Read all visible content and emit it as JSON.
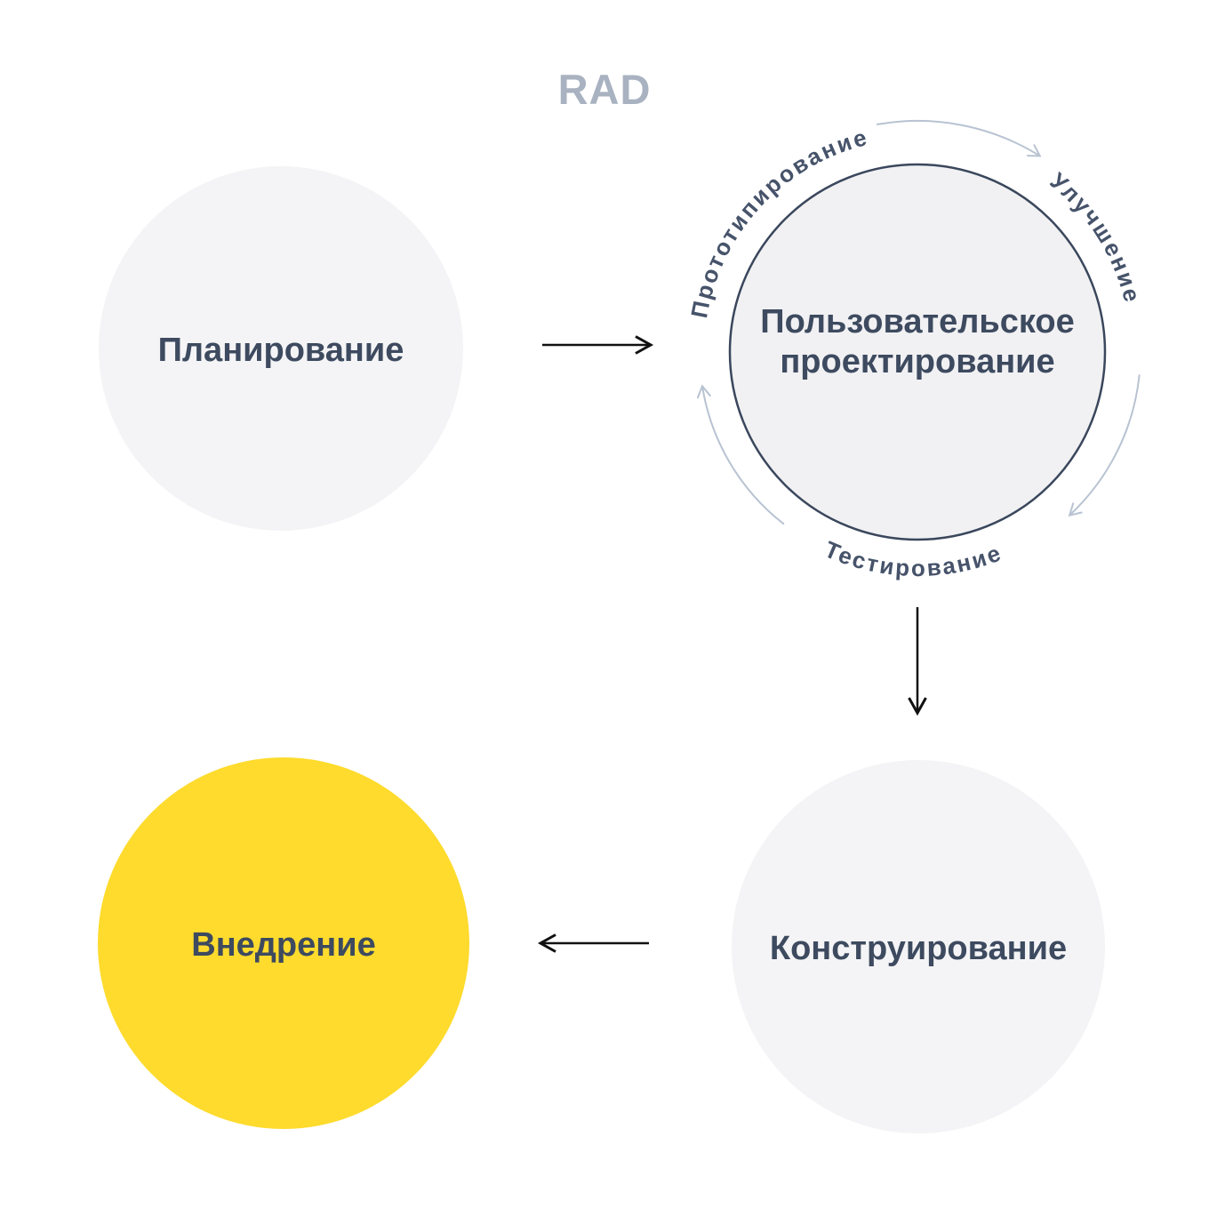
{
  "title": "RAD",
  "nodes": {
    "planning": {
      "label": "Планирование"
    },
    "user_design": {
      "label_line1": "Пользовательское",
      "label_line2": "проектирование"
    },
    "construction": {
      "label": "Конструирование"
    },
    "implementation": {
      "label": "Внедрение"
    }
  },
  "cycle": {
    "prototyping": "Прототипирование",
    "improvement": "Улучшение",
    "testing": "Тестирование"
  },
  "colors": {
    "background": "#ffffff",
    "node_fill": "#f4f4f6",
    "user_design_fill": "#f1f1f3",
    "user_design_border": "#3a475c",
    "accent_yellow": "#fedb2d",
    "label_text": "#3d4a5f",
    "cycle_label_text": "#46536a",
    "title_text": "#a9b2c0",
    "cycle_arrow": "#b8c3d2",
    "flow_arrow": "#111111"
  }
}
